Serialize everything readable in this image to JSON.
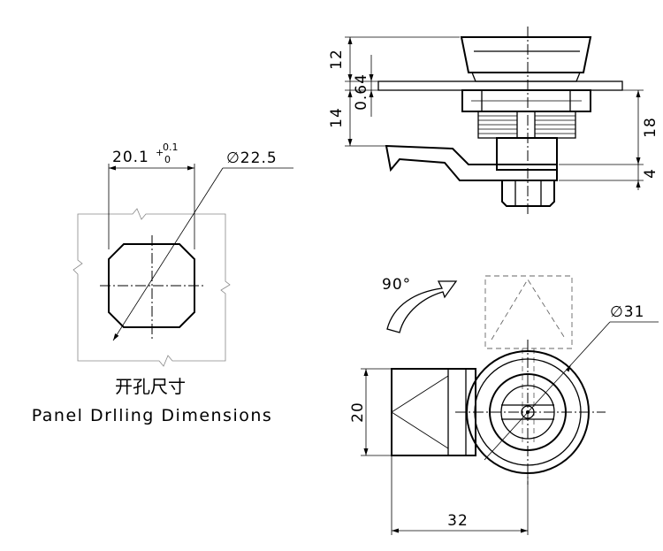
{
  "panel_drilling": {
    "title_cn": "开孔尺寸",
    "title_en": "Panel Drlling Dimensions",
    "width_value": "20.1",
    "tol_upper": "0.1",
    "tol_lower": "0",
    "diameter_label": "∅22.5"
  },
  "side_view": {
    "dim_12": "12",
    "dim_0_64": "0.64",
    "dim_14": "14",
    "dim_18": "18",
    "dim_4": "4"
  },
  "top_view": {
    "rotation_label": "90°",
    "diameter_label": "∅31",
    "dim_20": "20",
    "dim_32": "32"
  }
}
